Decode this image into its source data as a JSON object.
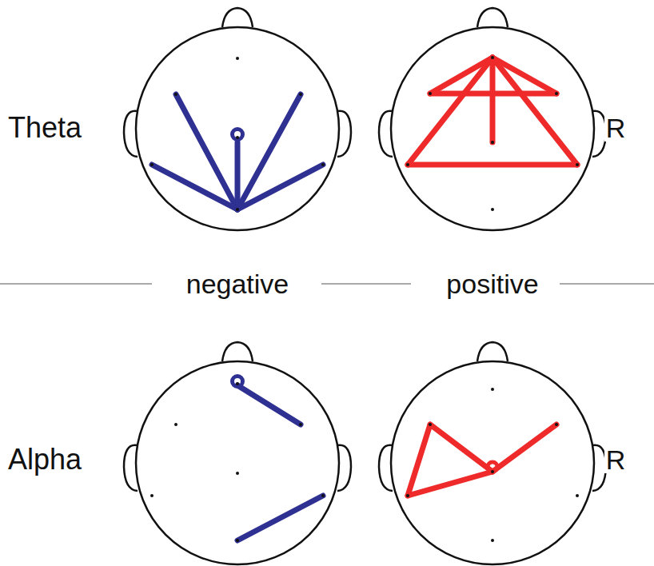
{
  "diagram": {
    "labels": [
      "Theta",
      "R",
      "negative",
      "positive",
      "Alpha",
      "R"
    ]
  }
}
